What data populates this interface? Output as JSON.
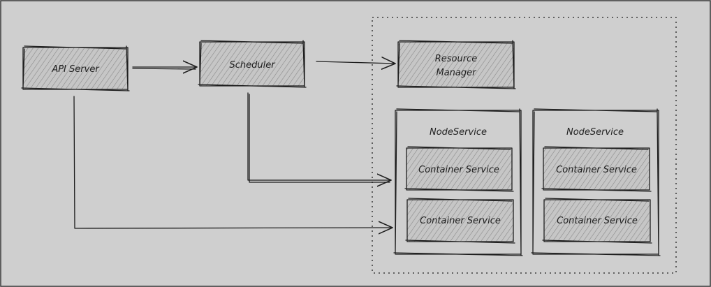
{
  "diagram": {
    "nodes": {
      "api_server": "API Server",
      "scheduler": "Scheduler",
      "resource_manager_line1": "Resource",
      "resource_manager_line2": "Manager",
      "node_service_1": {
        "title": "NodeService",
        "container_1": "Container Service",
        "container_2": "Container Service"
      },
      "node_service_2": {
        "title": "NodeService",
        "container_1": "Container Service",
        "container_2": "Container Service"
      }
    },
    "edges": [
      {
        "from": "API Server",
        "to": "Scheduler"
      },
      {
        "from": "Scheduler",
        "to": "Resource Manager"
      },
      {
        "from": "Scheduler",
        "to": "NodeService"
      },
      {
        "from": "API Server",
        "to": "NodeService"
      }
    ],
    "colors": {
      "background": "#cfcfcf",
      "stroke": "#1e1e1e",
      "hatch": "#8a8a8a"
    }
  }
}
